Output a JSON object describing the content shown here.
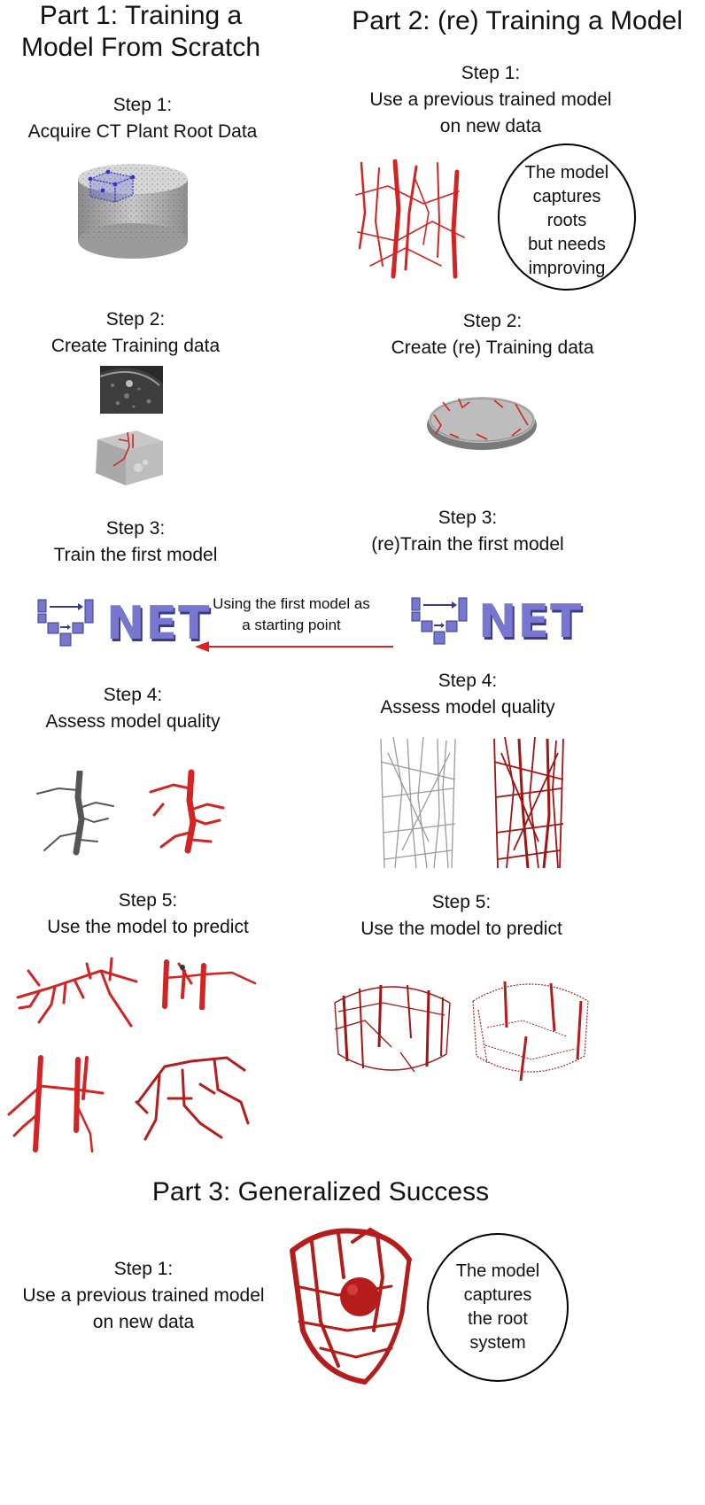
{
  "part1": {
    "title": "Part 1: Training a Model From Scratch",
    "step1": {
      "heading": "Step 1:",
      "desc": "Acquire CT Plant Root Data"
    },
    "step2": {
      "heading": "Step 2:",
      "desc": "Create Training data"
    },
    "step3": {
      "heading": "Step 3:",
      "desc": "Train the first model"
    },
    "step4": {
      "heading": "Step 4:",
      "desc": "Assess model quality"
    },
    "step5": {
      "heading": "Step 5:",
      "desc": "Use the model to predict"
    }
  },
  "part2": {
    "title": "Part 2: (re) Training a Model",
    "step1": {
      "heading": "Step 1:",
      "desc_line1": "Use a previous trained model",
      "desc_line2": "on new data"
    },
    "callout": [
      "The model",
      "captures",
      "roots",
      "but needs",
      "improving"
    ],
    "step2": {
      "heading": "Step 2:",
      "desc": "Create (re) Training data"
    },
    "step3": {
      "heading": "Step 3:",
      "desc": "(re)Train the first model"
    },
    "step4": {
      "heading": "Step 4:",
      "desc": "Assess model quality"
    },
    "step5": {
      "heading": "Step 5:",
      "desc": "Use the model to predict"
    }
  },
  "arrow_note": {
    "line1": "Using the first model as",
    "line2": "a starting point"
  },
  "net_logo_text": "NET",
  "part3": {
    "title": "Part 3: Generalized Success",
    "step1": {
      "heading": "Step 1:",
      "desc_line1": "Use a previous trained model",
      "desc_line2": "on new data"
    },
    "callout": [
      "The model",
      "captures",
      "the root",
      "system"
    ]
  },
  "colors": {
    "root_red": "#d42323",
    "dark_red": "#a31414",
    "net_blue": "#7777cf",
    "arrow_red": "#e02020",
    "gray_root": "#555555"
  }
}
